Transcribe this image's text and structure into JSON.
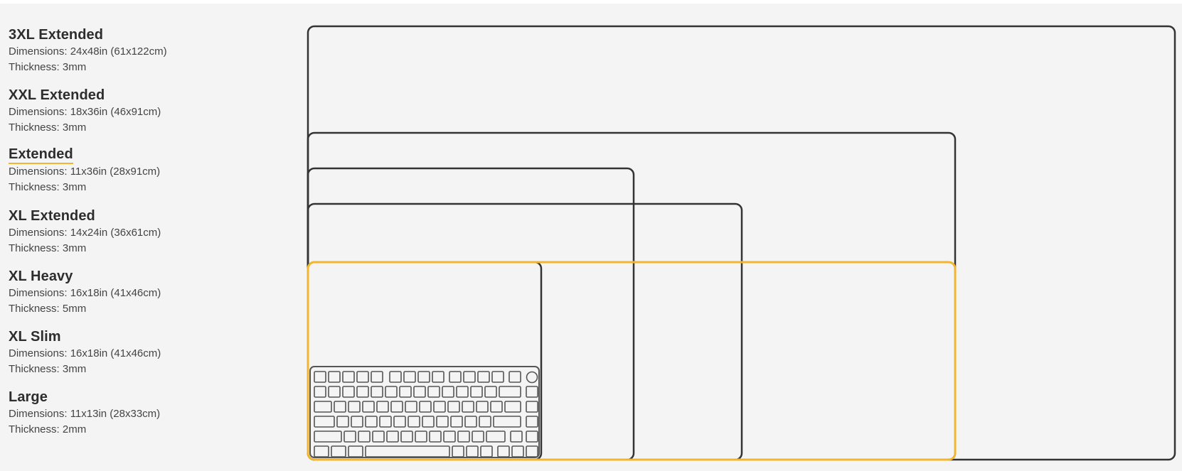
{
  "sizes": [
    {
      "name": "3XL Extended",
      "dimensions": "Dimensions: 24x48in (61x122cm)",
      "thickness": "Thickness: 3mm",
      "selected": false
    },
    {
      "name": "XXL Extended",
      "dimensions": "Dimensions: 18x36in (46x91cm)",
      "thickness": "Thickness: 3mm",
      "selected": false
    },
    {
      "name": "Extended",
      "dimensions": "Dimensions: 11x36in (28x91cm)",
      "thickness": "Thickness: 3mm",
      "selected": true
    },
    {
      "name": "XL Extended",
      "dimensions": "Dimensions: 14x24in (36x61cm)",
      "thickness": "Thickness: 3mm",
      "selected": false
    },
    {
      "name": "XL Heavy",
      "dimensions": "Dimensions: 16x18in (41x46cm)",
      "thickness": "Thickness: 5mm",
      "selected": false
    },
    {
      "name": "XL Slim",
      "dimensions": "Dimensions: 16x18in (41x46cm)",
      "thickness": "Thickness: 3mm",
      "selected": false
    },
    {
      "name": "Large",
      "dimensions": "Dimensions: 11x13in (28x33cm)",
      "thickness": "Thickness: 2mm",
      "selected": false
    }
  ],
  "colors": {
    "outline": "#333333",
    "highlight": "#f2b530",
    "background": "#f4f4f4"
  },
  "diagram": {
    "icon": "keyboard-icon"
  }
}
